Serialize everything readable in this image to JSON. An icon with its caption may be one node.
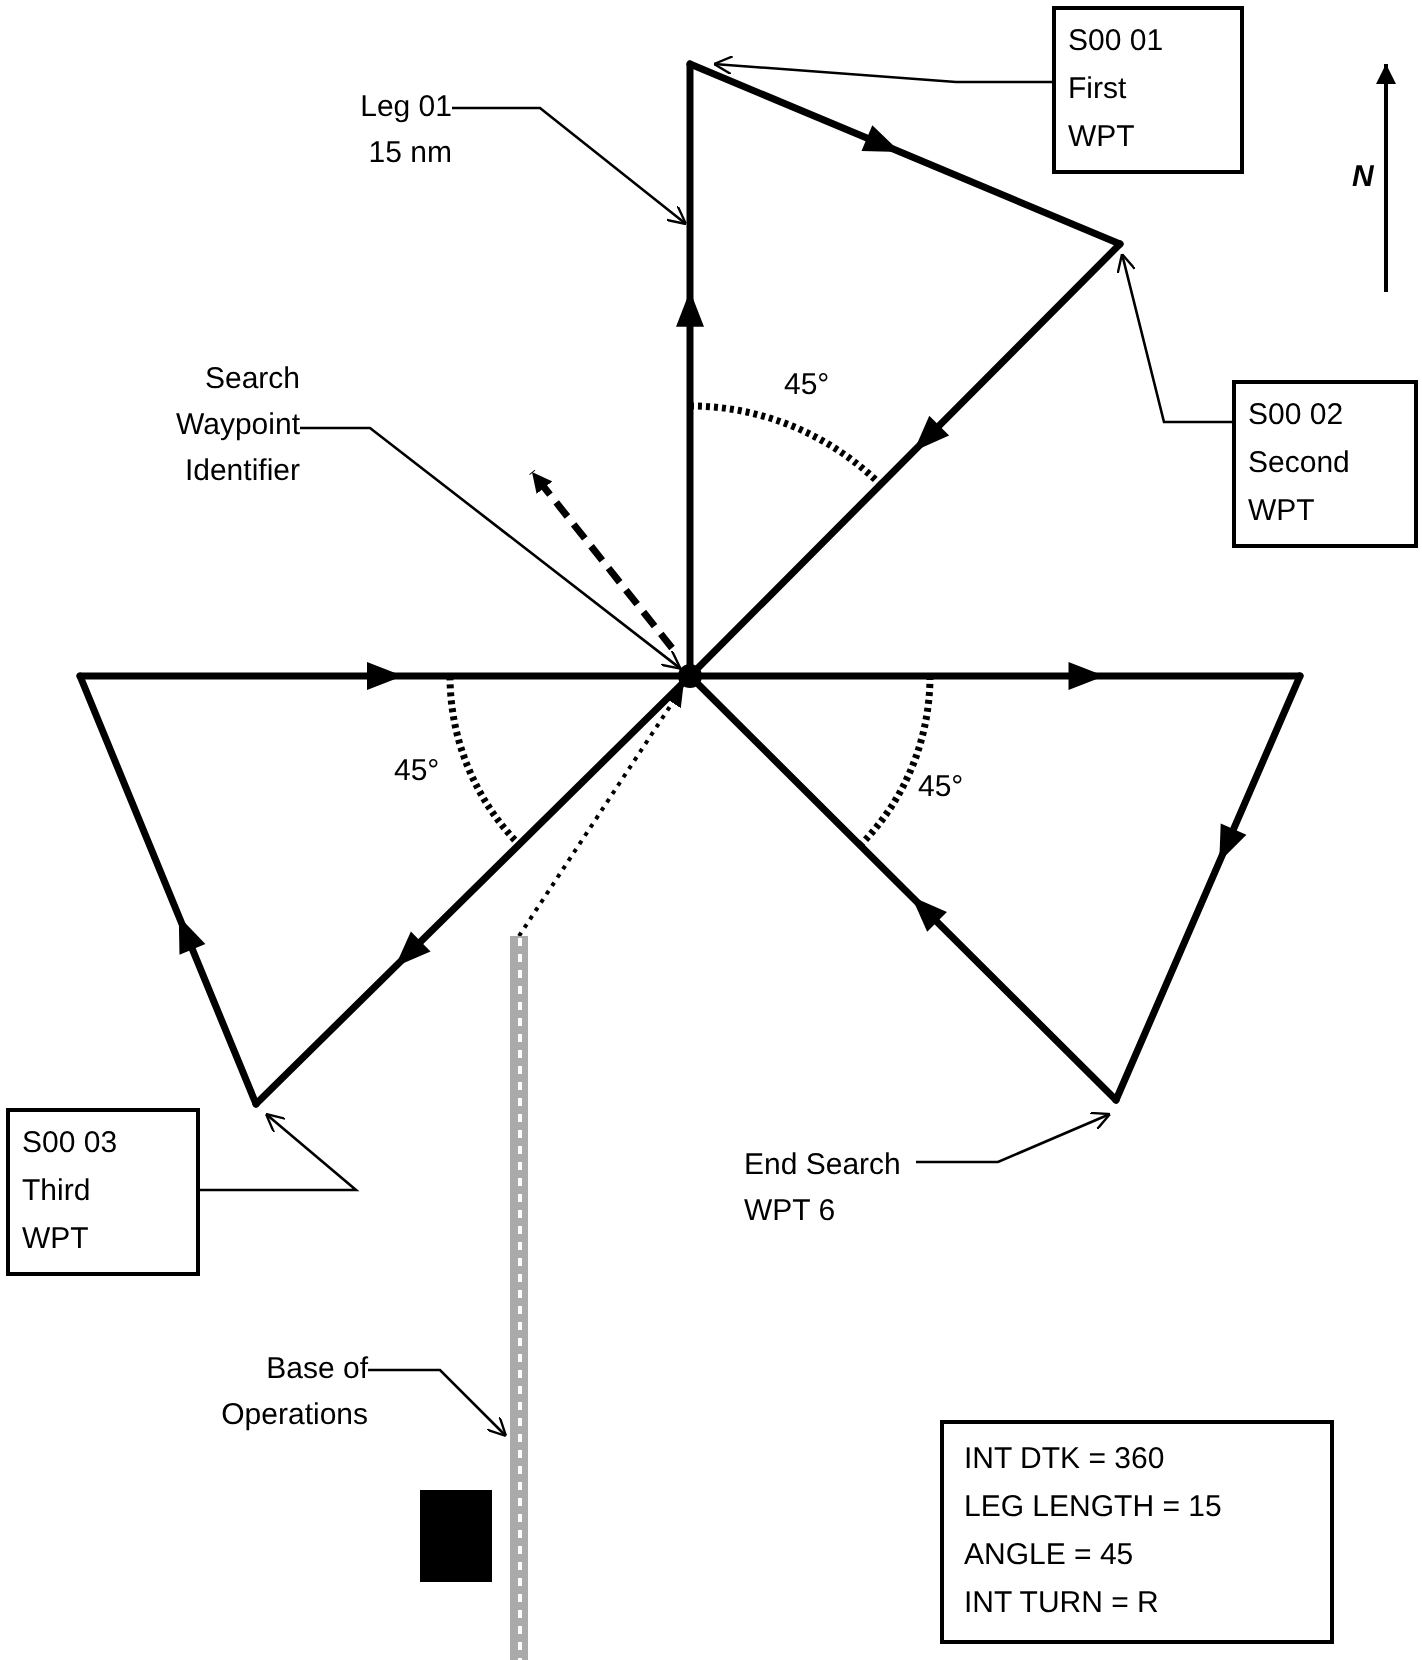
{
  "diagram": {
    "nodes": [
      {
        "text": [
          "Leg 01 15 nm"
        ]
      },
      {
        "text": [
          "S00 01 First WPT"
        ]
      },
      {
        "text": [
          "S00 02 Second WPT"
        ]
      },
      {
        "text": [
          "Search Waypoint Identifier"
        ]
      },
      {
        "text": [
          "S00 03 Third WPT"
        ]
      },
      {
        "text": [
          "End Search WPT 6"
        ]
      },
      {
        "text": [
          "Base of Operations"
        ]
      },
      {
        "text": [
          "INT DTK = 360",
          "LEG LENGTH = 15",
          "ANGLE = 45",
          "INT TURN = R"
        ]
      },
      {
        "text": [],
        "shape": "circle"
      },
      {
        "text": [],
        "shape": "bar"
      }
    ],
    "edges": [
      {
        "from": 0,
        "to": null,
        "arrow": "to"
      },
      {
        "from": 1,
        "to": null,
        "arrow": "to"
      },
      {
        "from": 2,
        "to": null,
        "arrow": "to"
      },
      {
        "from": 3,
        "to": 8,
        "arrow": "to"
      },
      {
        "from": 4,
        "to": null,
        "arrow": "to"
      },
      {
        "from": 5,
        "to": null,
        "arrow": "to"
      },
      {
        "from": 6,
        "to": 9,
        "arrow": "to"
      },
      {
        "from": 9,
        "to": 8,
        "arrow": "to",
        "style": "dashed"
      }
    ],
    "labels": [
      "N",
      "45°",
      "45°",
      "45°"
    ]
  }
}
